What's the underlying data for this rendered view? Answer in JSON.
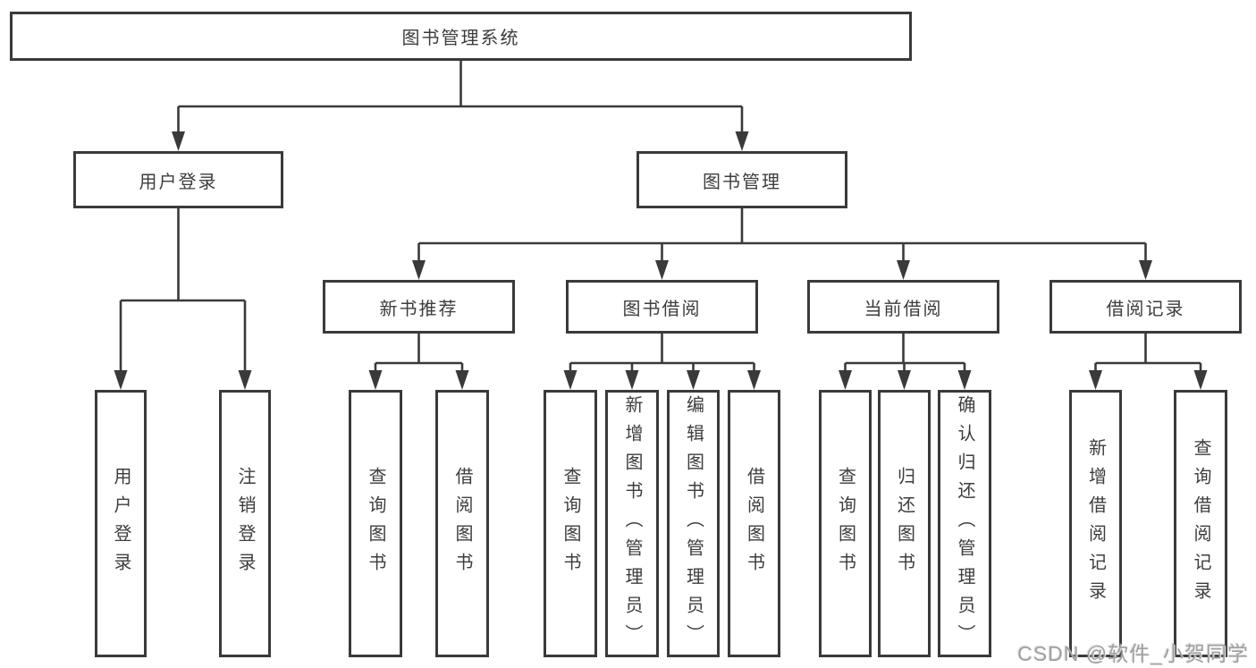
{
  "diagram": {
    "root": "图书管理系统",
    "branches": {
      "user_login": {
        "label": "用户登录",
        "children": [
          "用户登录",
          "注销登录"
        ]
      },
      "book_mgmt": {
        "label": "图书管理",
        "children": {
          "new_book_rec": {
            "label": "新书推荐",
            "children": [
              "查询图书",
              "借阅图书"
            ]
          },
          "book_borrow": {
            "label": "图书借阅",
            "children": [
              "查询图书",
              "新增图书（管理员）",
              "编辑图书（管理员）",
              "借阅图书"
            ]
          },
          "current_borrow": {
            "label": "当前借阅",
            "children": [
              "查询图书",
              "归还图书",
              "确认归还（管理员）"
            ]
          },
          "borrow_records": {
            "label": "借阅记录",
            "children": [
              "新增借阅记录",
              "查询借阅记录"
            ]
          }
        }
      }
    }
  },
  "watermark": "CSDN @软件_小贺同学",
  "colors": {
    "line": "#3a3a3a",
    "box_border": "#3a3a3a",
    "text": "#3d3d3d",
    "watermark": "#a0a0a0",
    "background": "#ffffff"
  }
}
